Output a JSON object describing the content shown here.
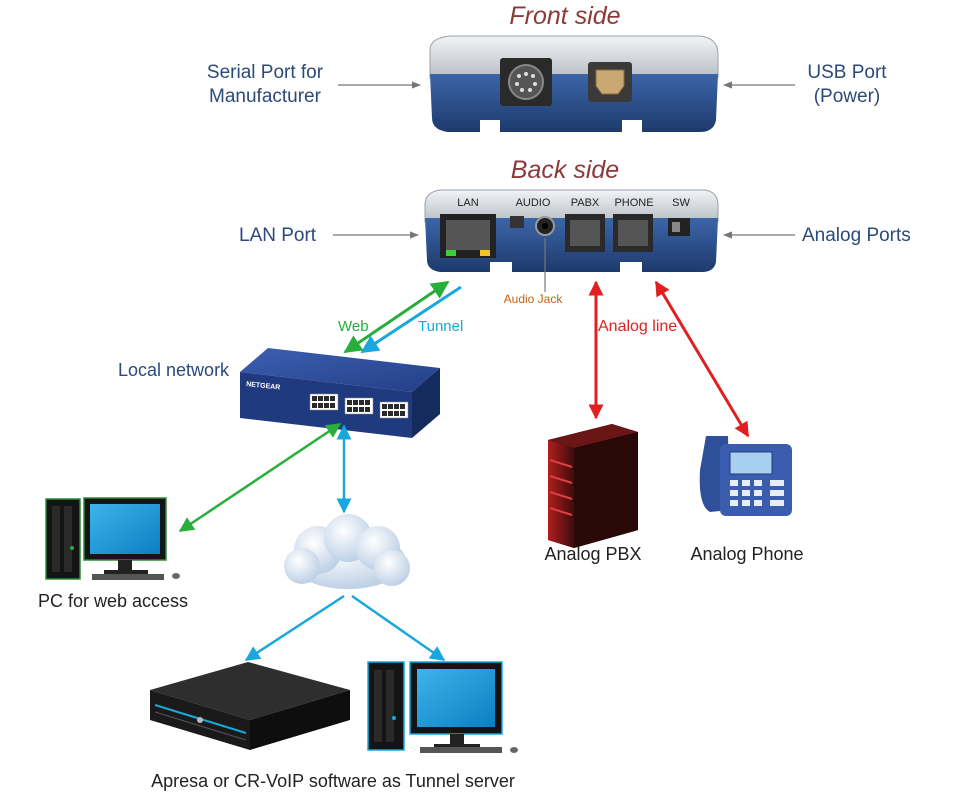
{
  "titles": {
    "front": "Front side",
    "back": "Back side"
  },
  "labels": {
    "serial_port_line1": "Serial Port for",
    "serial_port_line2": "Manufacturer",
    "usb_port_line1": "USB Port",
    "usb_port_line2": "(Power)",
    "lan_port": "LAN Port",
    "analog_ports": "Analog Ports",
    "audio_jack": "Audio Jack",
    "web": "Web",
    "tunnel": "Tunnel",
    "analog_line": "Analog line",
    "local_network": "Local network",
    "pc_web_access": "PC for web access",
    "analog_pbx": "Analog PBX",
    "analog_phone": "Analog Phone",
    "tunnel_server": "Apresa or CR-VoIP software as Tunnel server"
  },
  "port_labels": [
    "LAN",
    "AUDIO",
    "PABX",
    "PHONE",
    "SW"
  ],
  "switch_brand": "NETGEAR",
  "colors": {
    "title": "#8b3a3a",
    "label": "#2a4a7a",
    "web_arrow": "#27ae3b",
    "tunnel_arrow": "#1aa7dc",
    "analog_arrow": "#e02020",
    "device_blue": "#2b4f8e",
    "device_silver": "#d9dde3"
  }
}
